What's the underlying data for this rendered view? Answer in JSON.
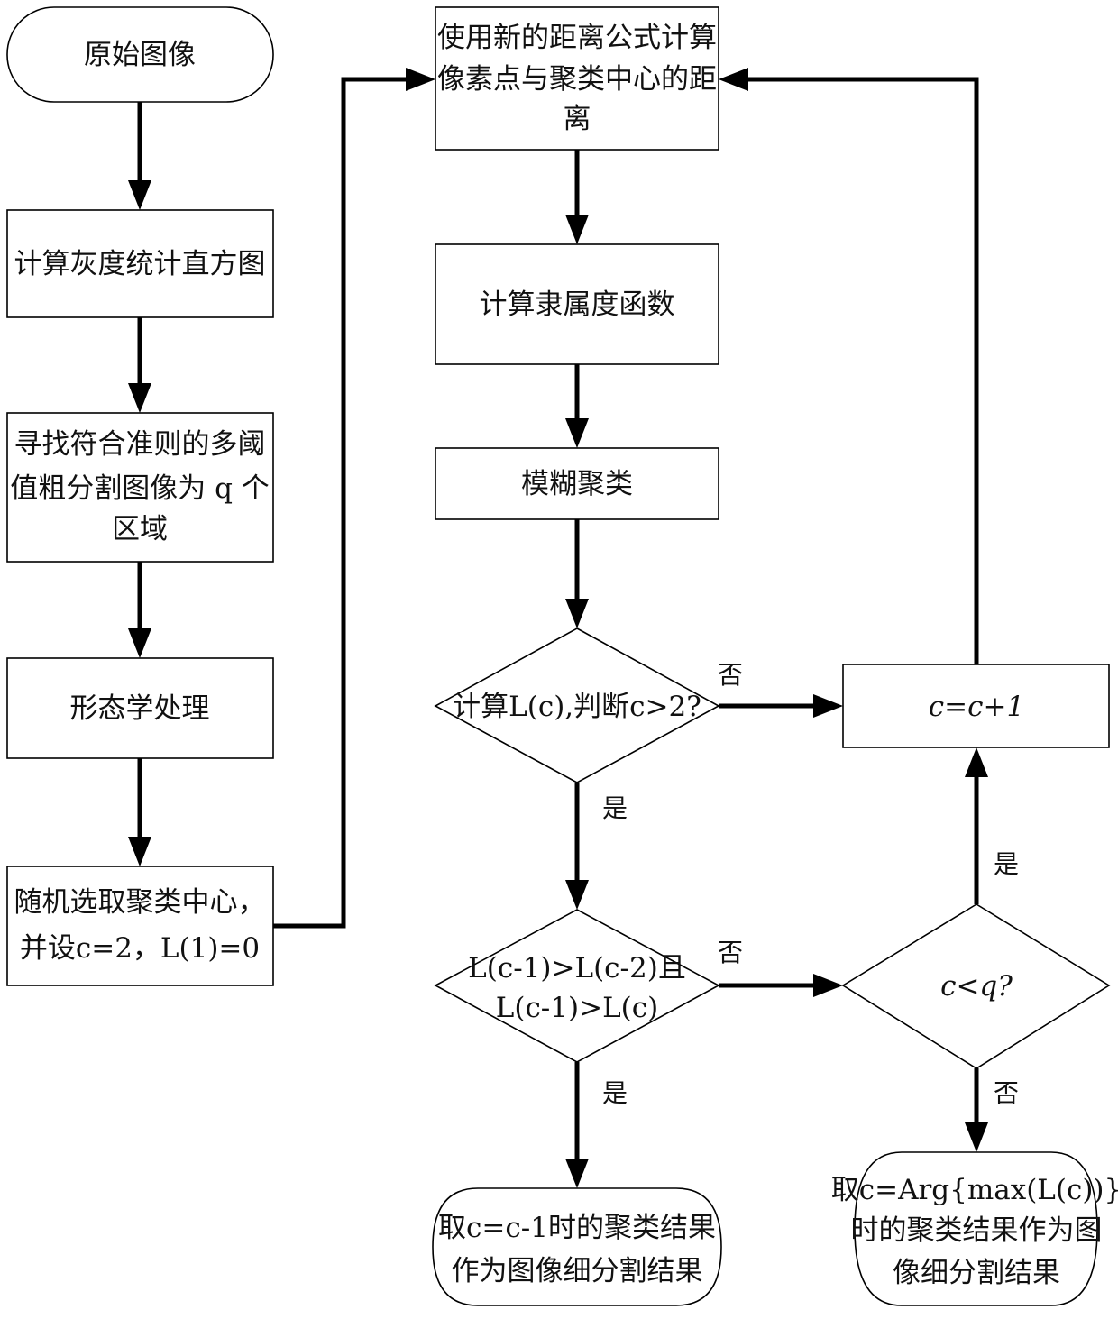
{
  "diagram": {
    "type": "flowchart",
    "nodes": {
      "start": {
        "kind": "terminal",
        "lines": [
          "原始图像"
        ]
      },
      "histogram": {
        "kind": "process",
        "lines": [
          "计算灰度统计直方图"
        ]
      },
      "thresholds": {
        "kind": "process",
        "lines": [
          "寻找符合准则的多阈",
          "值粗分割图像为 q 个",
          "区域"
        ]
      },
      "morphology": {
        "kind": "process",
        "lines": [
          "形态学处理"
        ]
      },
      "init": {
        "kind": "process",
        "lines": [
          "随机选取聚类中心，",
          "并设c=2，L(1)=0"
        ]
      },
      "distance": {
        "kind": "process",
        "lines": [
          "使用新的距离公式计算",
          "像素点与聚类中心的距",
          "离"
        ]
      },
      "membership": {
        "kind": "process",
        "lines": [
          "计算隶属度函数"
        ]
      },
      "fuzzy": {
        "kind": "process",
        "lines": [
          "模糊聚类"
        ]
      },
      "decision1": {
        "kind": "decision",
        "lines": [
          "计算L(c),判断c>2?"
        ]
      },
      "increment": {
        "kind": "process",
        "lines": [
          "c=c+1"
        ]
      },
      "decision2": {
        "kind": "decision",
        "lines": [
          "L(c-1)>L(c-2)且",
          "L(c-1)>L(c)"
        ]
      },
      "decision3": {
        "kind": "decision",
        "lines": [
          "c<q?"
        ]
      },
      "end1": {
        "kind": "terminal",
        "lines": [
          "取c=c-1时的聚类结果",
          "作为图像细分割结果"
        ]
      },
      "end2": {
        "kind": "terminal",
        "lines": [
          "取c=Arg{max(L(c))}",
          "时的聚类结果作为图",
          "像细分割结果"
        ]
      }
    },
    "edge_labels": {
      "d1_no": "否",
      "d1_yes": "是",
      "d2_no": "否",
      "d2_yes": "是",
      "d3_yes": "是",
      "d3_no": "否"
    },
    "edges": [
      {
        "from": "start",
        "to": "histogram"
      },
      {
        "from": "histogram",
        "to": "thresholds"
      },
      {
        "from": "thresholds",
        "to": "morphology"
      },
      {
        "from": "morphology",
        "to": "init"
      },
      {
        "from": "init",
        "to": "distance"
      },
      {
        "from": "distance",
        "to": "membership"
      },
      {
        "from": "membership",
        "to": "fuzzy"
      },
      {
        "from": "fuzzy",
        "to": "decision1"
      },
      {
        "from": "decision1",
        "to": "increment",
        "label": "否"
      },
      {
        "from": "decision1",
        "to": "decision2",
        "label": "是"
      },
      {
        "from": "decision2",
        "to": "decision3",
        "label": "否"
      },
      {
        "from": "decision2",
        "to": "end1",
        "label": "是"
      },
      {
        "from": "decision3",
        "to": "increment",
        "label": "是"
      },
      {
        "from": "decision3",
        "to": "end2",
        "label": "否"
      },
      {
        "from": "increment",
        "to": "distance"
      }
    ]
  }
}
